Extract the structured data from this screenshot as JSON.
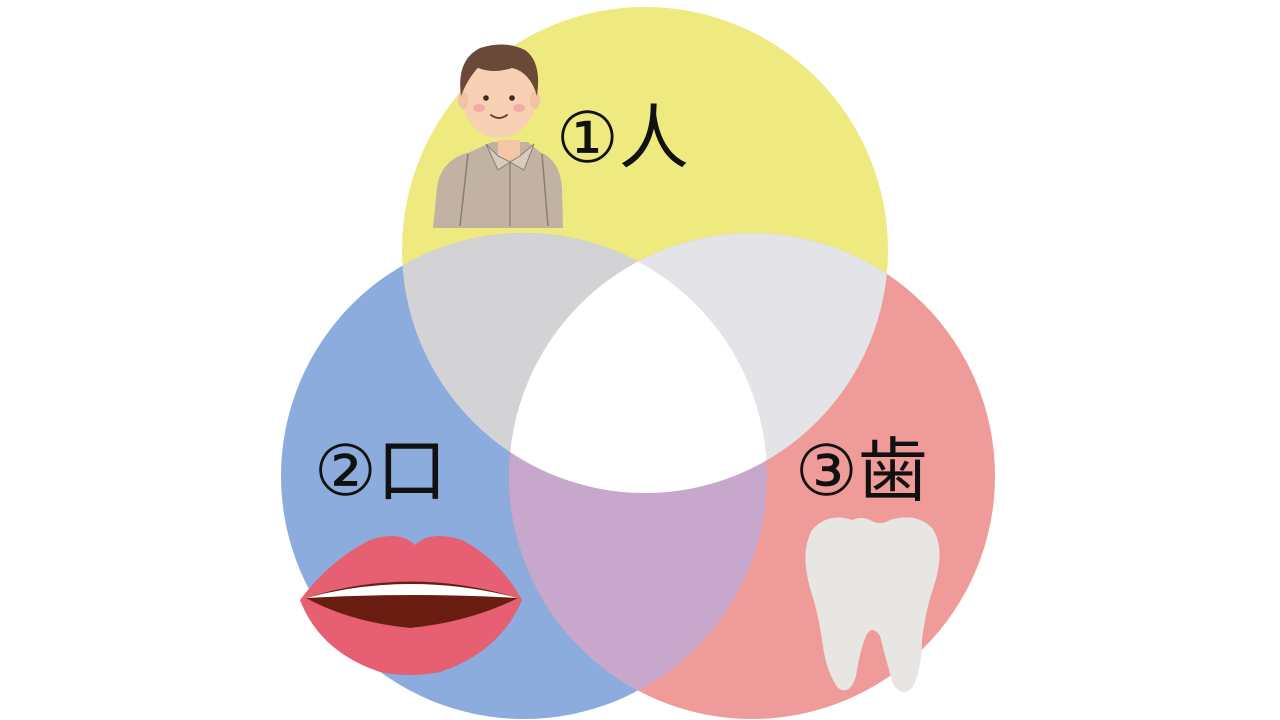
{
  "diagram": {
    "labels": {
      "person": "①人",
      "mouth": "②口",
      "teeth": "③歯"
    },
    "colors": {
      "background": "#ffffff",
      "person_circle": "#eeea80",
      "mouth_circle": "#8bacdc",
      "teeth_circle": "#ee9b9a",
      "overlap_person_mouth": "#d3d3d6",
      "overlap_person_teeth": "#e4e4e8",
      "overlap_mouth_teeth": "#c8a7cd",
      "center": "#ffffff"
    },
    "icons": {
      "person": "person-icon",
      "mouth": "lips-icon",
      "teeth": "tooth-icon"
    }
  }
}
